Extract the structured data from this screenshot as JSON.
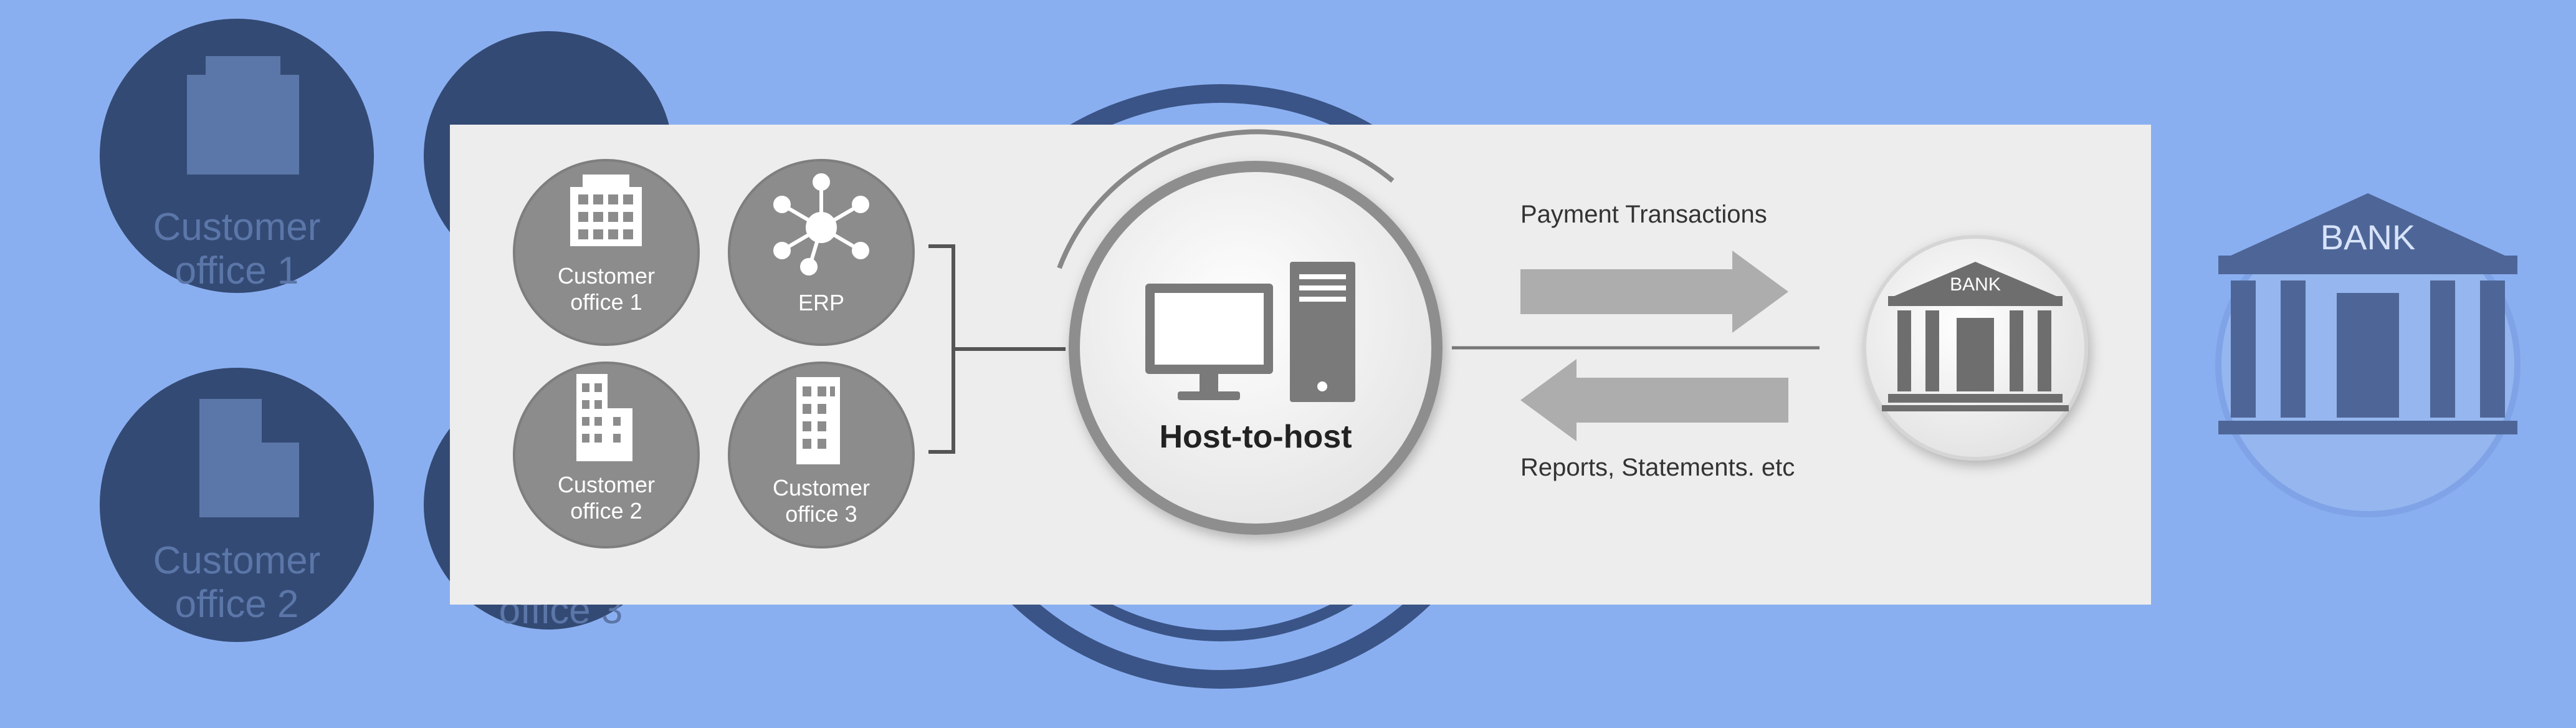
{
  "background": {
    "offices": [
      {
        "line1": "Customer",
        "line2": "office 1"
      },
      {
        "line1": "Customer",
        "line2": "office 2"
      },
      {
        "line1": "",
        "line2": "office 3"
      }
    ],
    "bank_label": "BANK"
  },
  "panel": {
    "nodes": [
      {
        "line1": "Customer",
        "line2": "office 1"
      },
      {
        "label": "ERP"
      },
      {
        "line1": "Customer",
        "line2": "office 2"
      },
      {
        "line1": "Customer",
        "line2": "office 3"
      }
    ],
    "hub_label": "Host-to-host",
    "outgoing_label": "Payment Transactions",
    "incoming_label": "Reports, Statements. etc",
    "bank_label": "BANK"
  },
  "colors": {
    "background_blue": "#8AAFF1",
    "dark_navy": "#334A74",
    "bank_blue": "#95B6EF",
    "icon_blue": "#5B76A8",
    "panel_gray": "#EDEDED",
    "node_gray": "#8C8C8C",
    "arrow_gray": "#ADADAD",
    "hub_text": "#222222"
  }
}
